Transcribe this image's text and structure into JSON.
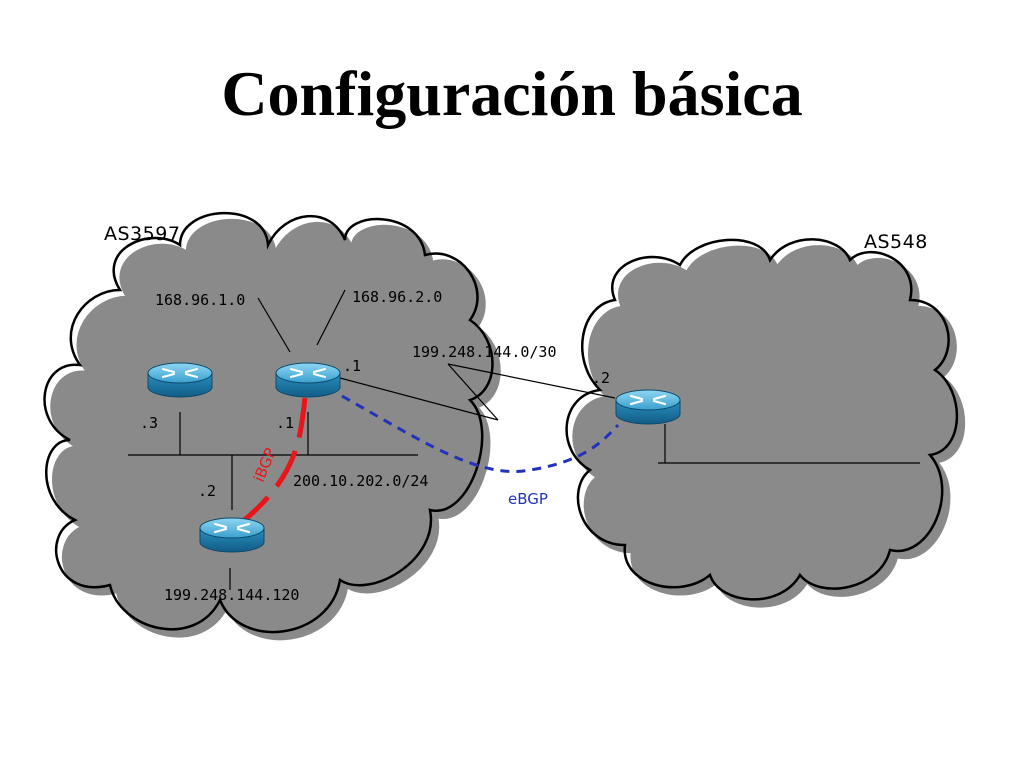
{
  "title": "Configuración básica",
  "clouds": [
    {
      "label": "AS3597",
      "fill": "#ffffff"
    },
    {
      "label": "AS548",
      "fill": "#ccffff"
    }
  ],
  "networks": {
    "net1": "168.96.1.0",
    "net2": "168.96.2.0",
    "link": "199.248.144.0/30",
    "lan": "200.10.202.0/24",
    "host": "199.248.144.120"
  },
  "router_ids": {
    "r1_upper": ".1",
    "r1_lower": ".1",
    "r3": ".3",
    "r2": ".2",
    "r_ext": ".2"
  },
  "sessions": {
    "ibgp": {
      "label": "iBGP",
      "color": "#e8161b"
    },
    "ebgp": {
      "label": "eBGP",
      "color": "#2233bb"
    }
  },
  "icons": {
    "router": "router-icon"
  },
  "colors": {
    "router_body": "#1e7fb0",
    "router_top": "#4db3de",
    "cloud_shadow": "#8a8a8a"
  }
}
